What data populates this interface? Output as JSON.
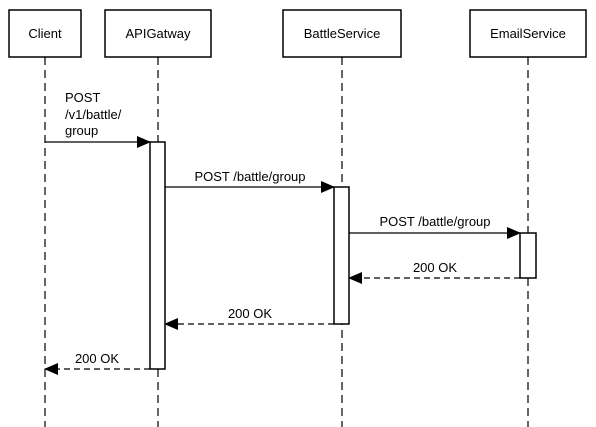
{
  "participants": [
    {
      "id": "client",
      "label": "Client"
    },
    {
      "id": "apigateway",
      "label": "APIGatway"
    },
    {
      "id": "battleservice",
      "label": "BattleService"
    },
    {
      "id": "emailservice",
      "label": "EmailService"
    }
  ],
  "messages": [
    {
      "from": "client",
      "to": "apigateway",
      "label_lines": [
        "POST",
        "/v1/battle/",
        "group"
      ],
      "style": "solid"
    },
    {
      "from": "apigateway",
      "to": "battleservice",
      "label_lines": [
        "POST /battle/group"
      ],
      "style": "solid"
    },
    {
      "from": "battleservice",
      "to": "emailservice",
      "label_lines": [
        "POST /battle/group"
      ],
      "style": "solid"
    },
    {
      "from": "emailservice",
      "to": "battleservice",
      "label_lines": [
        "200 OK"
      ],
      "style": "dashed"
    },
    {
      "from": "battleservice",
      "to": "apigateway",
      "label_lines": [
        "200 OK"
      ],
      "style": "dashed"
    },
    {
      "from": "apigateway",
      "to": "client",
      "label_lines": [
        "200 OK"
      ],
      "style": "dashed"
    }
  ]
}
